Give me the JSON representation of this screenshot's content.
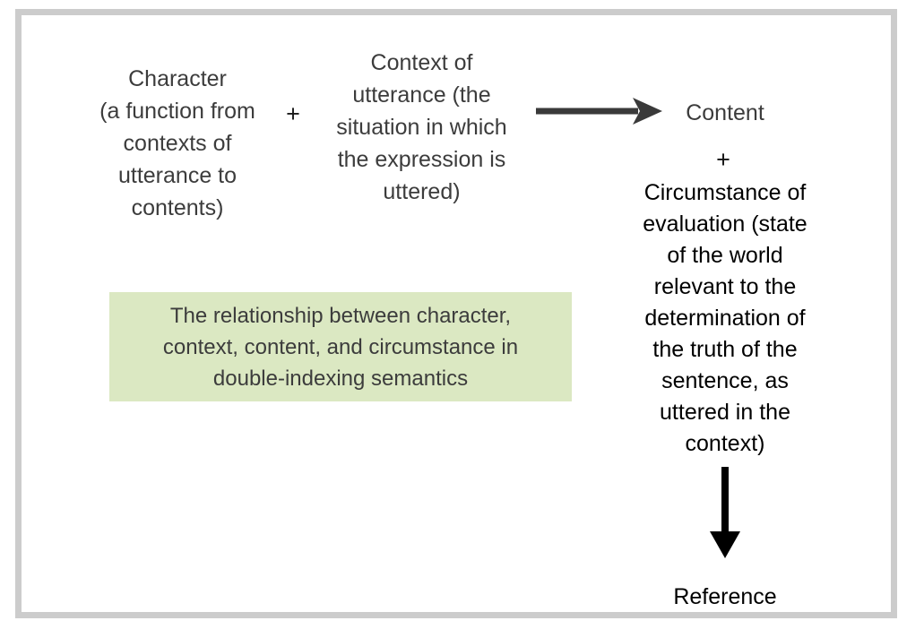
{
  "figure": {
    "frame_color": "#cccccc",
    "background": "#ffffff",
    "text_color_gray": "#3c3c3c",
    "text_color_black": "#000000",
    "caption_background": "#dbe8c2",
    "arrow_color_gray": "#3a3a3a",
    "arrow_color_black": "#000000"
  },
  "nodes": {
    "character": "Character\n(a function from\ncontexts of\nutterance to\ncontents)",
    "plus_1": "+",
    "context": "Context of\nutterance (the\nsituation in which\nthe expression is\nuttered)",
    "content": "Content",
    "plus_2": "+",
    "circumstance": "Circumstance of\nevaluation (state\nof the world\nrelevant to the\ndetermination of\nthe truth of the\nsentence, as\nuttered in the\ncontext)",
    "reference": "Reference"
  },
  "caption": {
    "text": "The relationship between character,\ncontext, content, and circumstance in\ndouble-indexing semantics"
  },
  "icons": {
    "arrow_right": "arrow-right-icon",
    "arrow_down": "arrow-down-icon"
  }
}
